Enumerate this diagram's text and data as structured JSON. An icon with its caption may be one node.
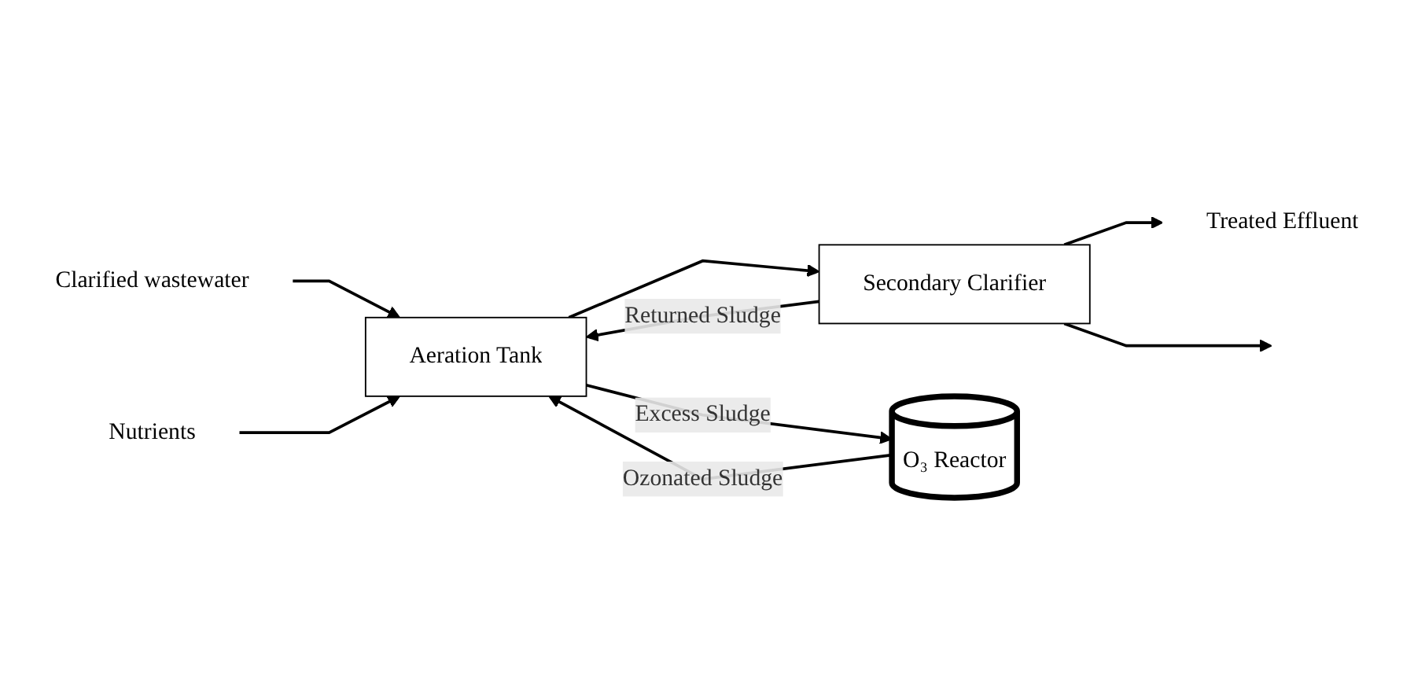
{
  "diagram": {
    "nodes": [
      {
        "text": [
          "Clarified wastewater"
        ]
      },
      {
        "text": [
          "Nutrients"
        ]
      },
      {
        "text": [
          "Aeration Tank"
        ]
      },
      {
        "text": [
          "Secondary Clarifier"
        ]
      },
      {
        "text": [
          "Treated Effluent"
        ]
      },
      {
        "text": [
          "O₃ Reactor"
        ]
      }
    ],
    "edges": [
      {
        "from": 0,
        "to": 2,
        "arrow": "to"
      },
      {
        "from": 1,
        "to": 2,
        "arrow": "to"
      },
      {
        "from": 2,
        "to": 3,
        "arrow": "to"
      },
      {
        "from": 3,
        "to": 4,
        "arrow": "to"
      },
      {
        "from": 2,
        "to": 5,
        "arrow": "to",
        "label": "Excess Sludge"
      },
      {
        "from": 5,
        "to": 2,
        "arrow": "to",
        "label": "Ozonated Sludge"
      },
      {
        "from": 3,
        "to": 2,
        "arrow": "to",
        "label": "Returned Sludge"
      },
      {
        "from": 3,
        "to": null,
        "arrow": "to"
      }
    ]
  }
}
